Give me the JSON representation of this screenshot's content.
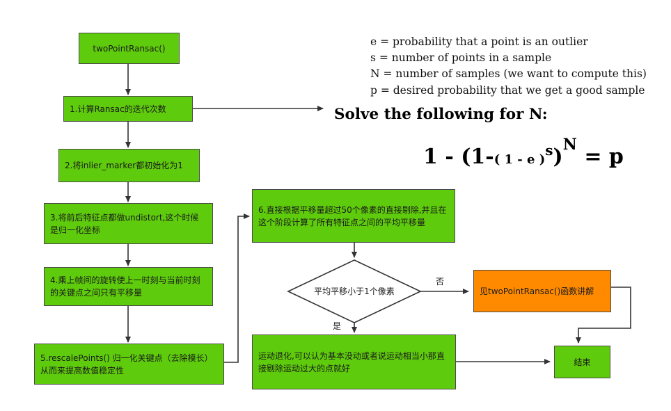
{
  "nodes": {
    "start": "twoPointRansac()",
    "step1": "1.计算Ransac的迭代次数",
    "step2": "2.将inlier_marker都初始化为1",
    "step3": "3.将前后特征点都做undistort,这个时候是归一化坐标",
    "step4": "4.乘上帧间的旋转使上一时刻与当前时刻的关键点之间只有平移量",
    "step5": "5.rescalePoints() 归一化关键点（去除模长）从而来提高数值稳定性",
    "step6": "6.直接根据平移量超过50个像素的直接剔除,并且在这个阶段计算了所有特征点之间的平均平移量",
    "decision": "平均平移小于1个像素",
    "degenerate": "运动退化,可以认为基本没动或者说运动相当小那直接剔除运动过大的点就好",
    "see_ref": "见twoPointRansac()函数讲解",
    "end": "结束"
  },
  "edge_labels": {
    "no": "否",
    "yes": "是"
  },
  "definitions": [
    "e = probability that a point is an outlier",
    "s = number of points in a sample",
    "N = number of samples (we want to compute this)",
    "p = desired probability that we get a good sample"
  ],
  "solve_text": "Solve the following for N:",
  "formula": {
    "lead": "1 - (1-",
    "inner": "( 1 - e )",
    "exp_s": "s",
    "close": ")",
    "exp_N": "N",
    "rhs": "= p"
  },
  "colors": {
    "green": "#5ecb0c",
    "orange": "#ff8a00",
    "line": "#333333"
  }
}
